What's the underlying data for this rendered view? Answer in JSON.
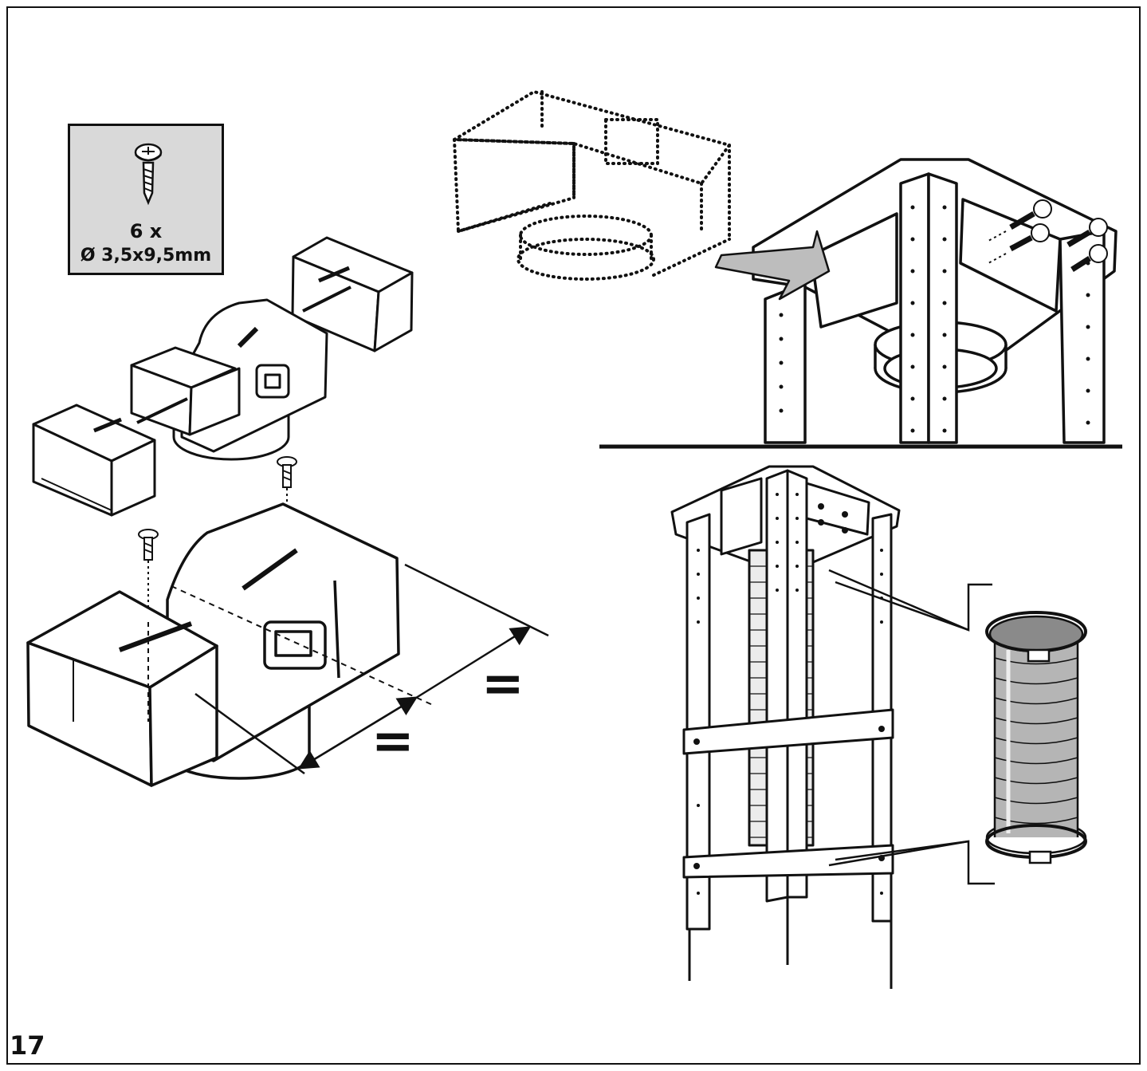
{
  "screw_spec": {
    "quantity": "6 x",
    "size": "Ø 3,5x9,5mm",
    "icon": "screw-icon"
  },
  "dimension_marks": {
    "equal_left": "=",
    "equal_right": "="
  },
  "page": {
    "number": "17"
  },
  "colors": {
    "line": "#111111",
    "spec_box_fill": "#d9d9d9",
    "hose_fill": "#b5b5b5",
    "arrow_fill": "#bdbdbd"
  }
}
